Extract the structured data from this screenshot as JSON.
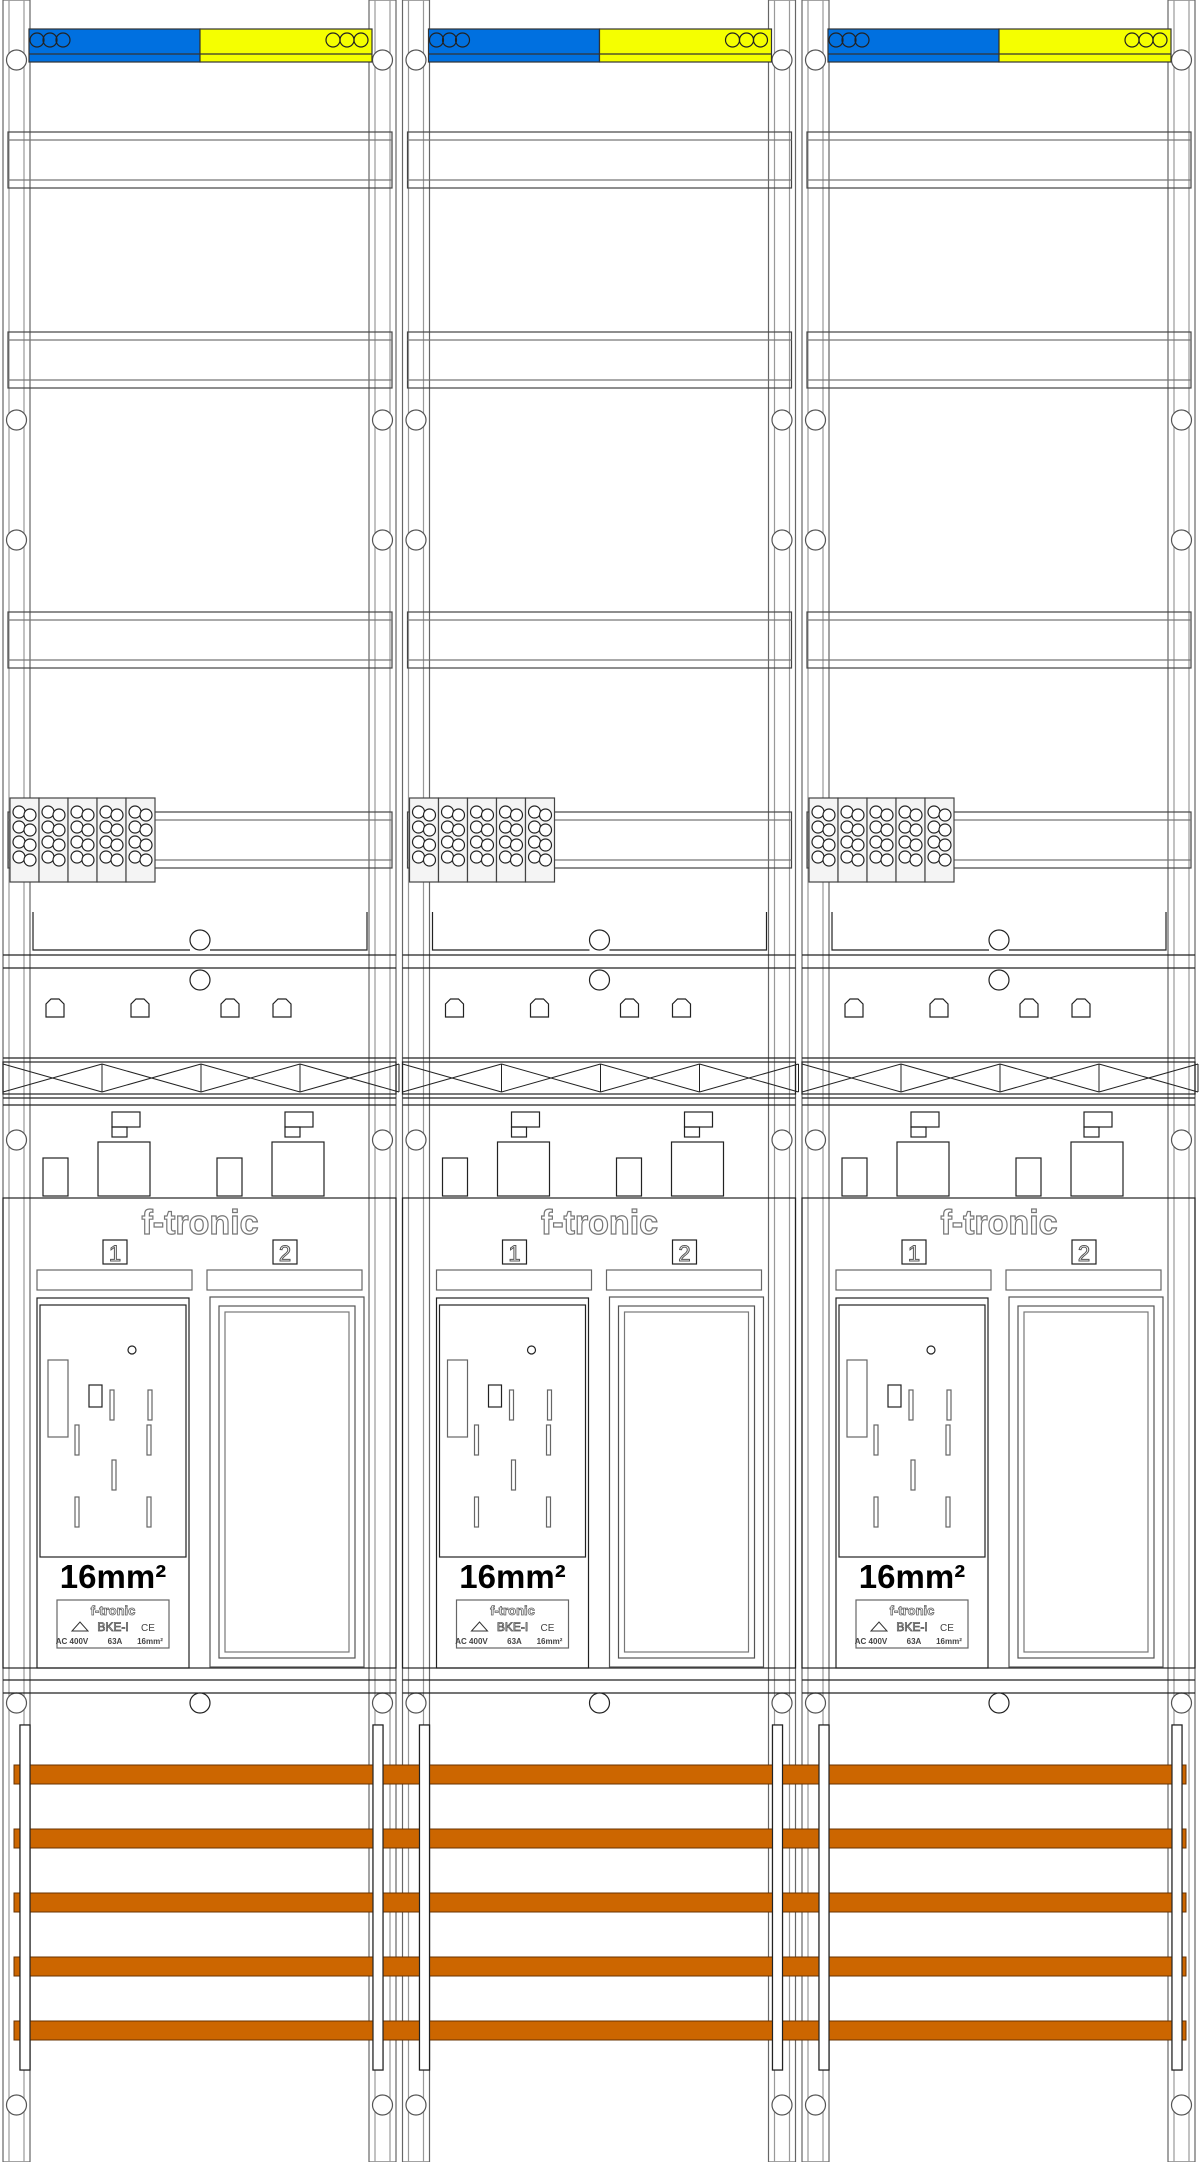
{
  "panel": {
    "module_count": 3,
    "colors": {
      "neutral_bar": "#0070e0",
      "earth_bar": "#f5ff00",
      "busbar": "#cc6600",
      "line": "#222222",
      "light_line": "#888888"
    },
    "modules": [
      {
        "brand": "f-tronic",
        "slot_labels": [
          "1",
          "2"
        ],
        "breaker": {
          "size": "16mm²",
          "plate_brand": "f-tronic",
          "model": "BKE-I",
          "mark": "CE",
          "voltage": "AC 400V",
          "current": "63A",
          "cross_section": "16mm²"
        }
      },
      {
        "brand": "f-tronic",
        "slot_labels": [
          "1",
          "2"
        ],
        "breaker": {
          "size": "16mm²",
          "plate_brand": "f-tronic",
          "model": "BKE-I",
          "mark": "CE",
          "voltage": "AC 400V",
          "current": "63A",
          "cross_section": "16mm²"
        }
      },
      {
        "brand": "f-tronic",
        "slot_labels": [
          "1",
          "2"
        ],
        "breaker": {
          "size": "16mm²",
          "plate_brand": "f-tronic",
          "model": "BKE-I",
          "mark": "CE",
          "voltage": "AC 400V",
          "current": "63A",
          "cross_section": "16mm²"
        }
      }
    ],
    "busbar_count": 5
  }
}
